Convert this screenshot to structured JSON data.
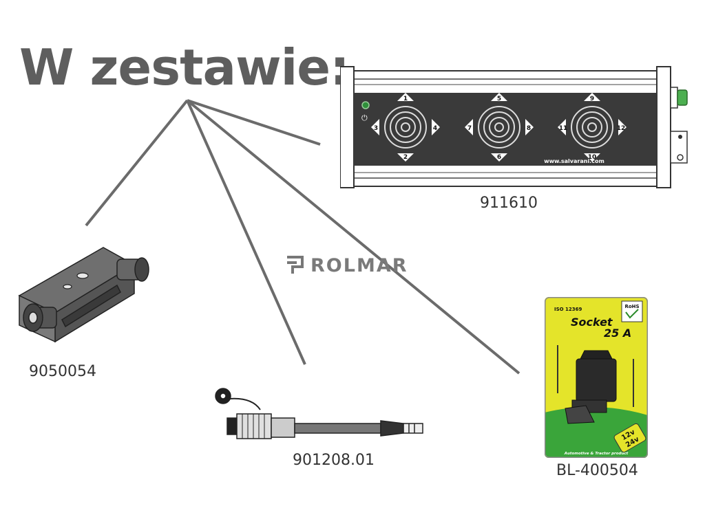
{
  "heading": "W zestawie:",
  "watermark": "ROLMAR",
  "panel": {
    "code": "911610",
    "website": "www.salvarani.com",
    "arrow_numbers": [
      "1",
      "2",
      "3",
      "4",
      "5",
      "6",
      "7",
      "8",
      "9",
      "10",
      "11",
      "12"
    ]
  },
  "bracket": {
    "code": "9050054"
  },
  "cable": {
    "code": "901208.01"
  },
  "package": {
    "code": "BL-400504",
    "iso": "ISO 12369",
    "rohs": "RoHS",
    "title1": "Socket",
    "title2": "25 A",
    "badge1": "12v",
    "badge2": "24v",
    "footer": "Automotive & Tractor product"
  },
  "colors": {
    "heading": "#5e5e5e",
    "panel": "#3a3a3a",
    "package_yellow": "#e4e42a",
    "package_green": "#3aa53a"
  }
}
